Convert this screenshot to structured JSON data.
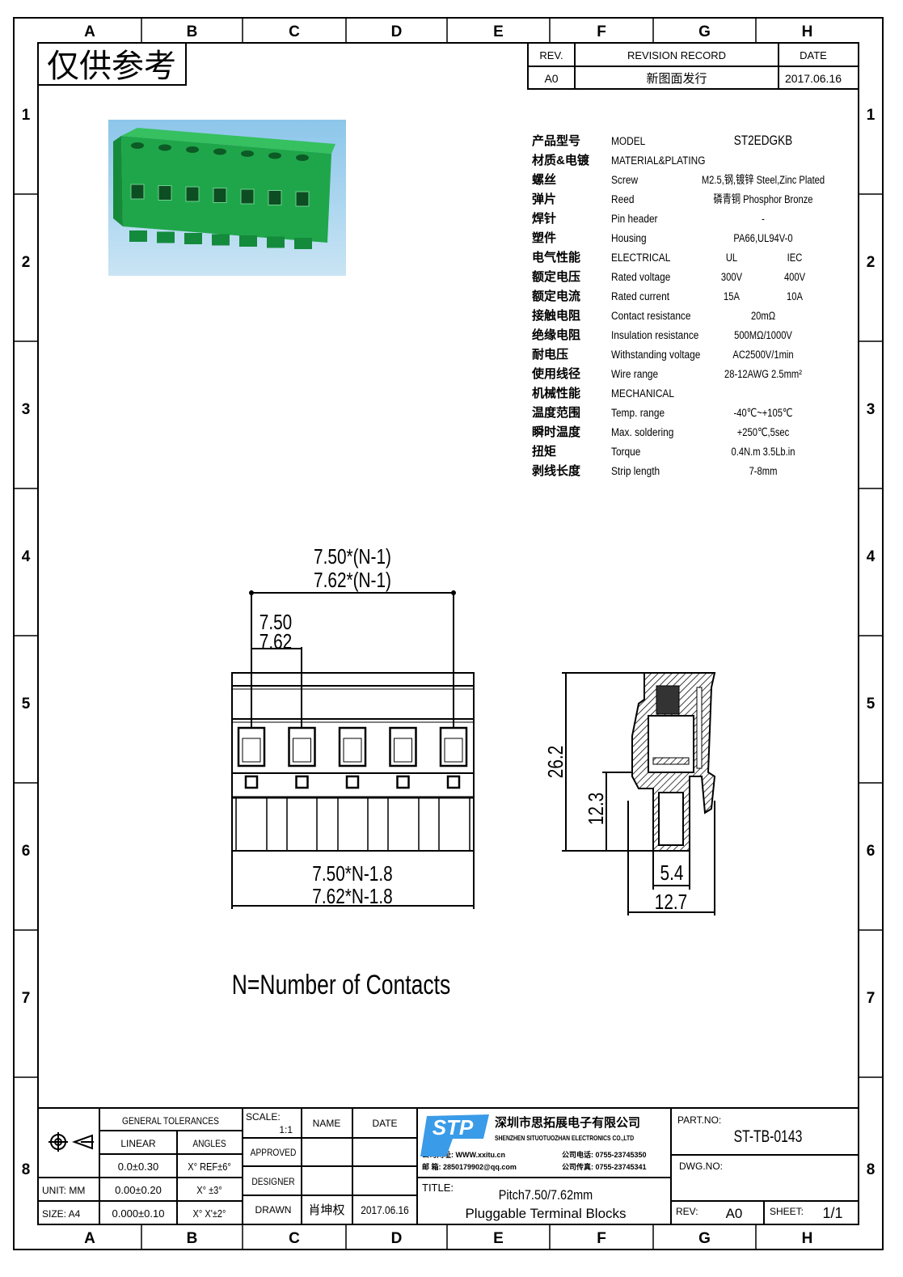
{
  "frame": {
    "columns": [
      "A",
      "B",
      "C",
      "D",
      "E",
      "F",
      "G",
      "H"
    ],
    "rows": [
      "1",
      "2",
      "3",
      "4",
      "5",
      "6",
      "7",
      "8"
    ]
  },
  "stamp": "仅供参考",
  "revision": {
    "headers": [
      "REV.",
      "REVISION RECORD",
      "DATE"
    ],
    "row": [
      "A0",
      "新图面发行",
      "2017.06.16"
    ]
  },
  "specs": [
    {
      "cn": "产品型号",
      "en": "MODEL",
      "v1": "ST2EDGKB"
    },
    {
      "cn": "材质&电镀",
      "en": "MATERIAL&PLATING"
    },
    {
      "cn": "螺丝",
      "en": "Screw",
      "v1": "M2.5,钢,镀锌 Steel,Zinc Plated"
    },
    {
      "cn": "弹片",
      "en": "Reed",
      "v1": "磷青铜 Phosphor Bronze"
    },
    {
      "cn": "焊针",
      "en": "Pin header",
      "v1": "-"
    },
    {
      "cn": "塑件",
      "en": "Housing",
      "v1": "PA66,UL94V-0"
    },
    {
      "cn": "电气性能",
      "en": "ELECTRICAL",
      "ul": "UL",
      "iec": "IEC"
    },
    {
      "cn": "额定电压",
      "en": "Rated voltage",
      "ul": "300V",
      "iec": "400V"
    },
    {
      "cn": "额定电流",
      "en": "Rated current",
      "ul": "15A",
      "iec": "10A"
    },
    {
      "cn": "接触电阻",
      "en": "Contact resistance",
      "v1": "20mΩ"
    },
    {
      "cn": "绝缘电阻",
      "en": "Insulation resistance",
      "v1": "500MΩ/1000V"
    },
    {
      "cn": "耐电压",
      "en": "Withstanding voltage",
      "v1": "AC2500V/1min"
    },
    {
      "cn": "使用线径",
      "en": "Wire range",
      "v1": "28-12AWG 2.5mm²"
    },
    {
      "cn": "机械性能",
      "en": "MECHANICAL"
    },
    {
      "cn": "温度范围",
      "en": "Temp. range",
      "v1": "-40℃~+105℃"
    },
    {
      "cn": "瞬时温度",
      "en": "Max. soldering",
      "v1": "+250℃,5sec"
    },
    {
      "cn": "扭矩",
      "en": "Torque",
      "v1": "0.4N.m 3.5Lb.in"
    },
    {
      "cn": "剥线长度",
      "en": "Strip length",
      "v1": "7-8mm"
    }
  ],
  "front_view": {
    "dim_top_1": "7.50*(N-1)",
    "dim_top_2": "7.62*(N-1)",
    "dim_pitch_1": "7.50",
    "dim_pitch_2": "7.62",
    "dim_bottom_1": "7.50*N-1.8",
    "dim_bottom_2": "7.62*N-1.8"
  },
  "side_view": {
    "height": "26.2",
    "pin_height": "12.3",
    "pin_width": "5.4",
    "depth": "12.7"
  },
  "note": "N=Number of Contacts",
  "title_block": {
    "general_tolerances": "GENERAL TOLERANCES",
    "linear": "LINEAR",
    "angles": "ANGLES",
    "tol_rows": [
      {
        "linear": "0.0±0.30",
        "angles": "X° REF±6°"
      },
      {
        "linear": "0.00±0.20",
        "angles": "X° ±3°"
      },
      {
        "linear": "0.000±0.10",
        "angles": "X° X'±2°"
      }
    ],
    "unit": "UNIT: MM",
    "size": "SIZE: A4",
    "scale_label": "SCALE:",
    "scale": "1:1",
    "name": "NAME",
    "date": "DATE",
    "approved": "APPROVED",
    "designer": "DESIGNER",
    "drawn": "DRAWN",
    "drawn_name": "肖坤权",
    "drawn_date": "2017.06.16",
    "company_logo": "STP",
    "company_cn": "深圳市思拓展电子有限公司",
    "company_en": "SHENZHEN SITUOTUOZHAN ELECTRONICS CO.,LTD",
    "contact": [
      "公司网址: WWW.xxitu.cn",
      "邮 箱: 2850179902@qq.com",
      "公司电话: 0755-23745350",
      "公司传真: 0755-23745341"
    ],
    "title_label": "TITLE:",
    "title_1": "Pitch7.50/7.62mm",
    "title_2": "Pluggable Terminal Blocks",
    "part_no_label": "PART.NO:",
    "part_no": "ST-TB-0143",
    "dwg_no_label": "DWG.NO:",
    "rev_label": "REV:",
    "rev": "A0",
    "sheet_label": "SHEET:",
    "sheet": "1/1"
  },
  "colors": {
    "logo": "#3a9be8",
    "product_green": "#1fa64a",
    "photo_bg": "#a9d3ee"
  }
}
